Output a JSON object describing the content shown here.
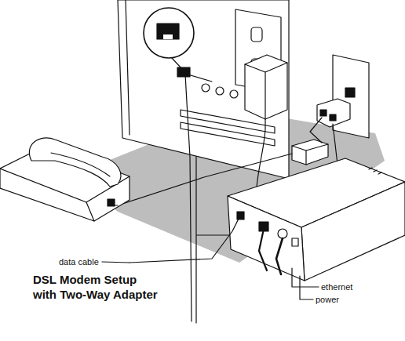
{
  "diagram": {
    "title": "DSL Modem Setup with Two-Way Adapter",
    "labels": [
      "data cable",
      "ethernet",
      "power"
    ]
  }
}
